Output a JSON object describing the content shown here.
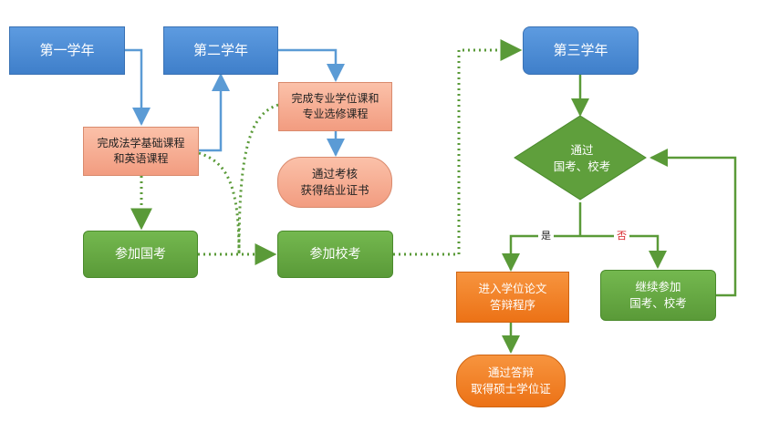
{
  "nodes": {
    "year1": "第一学年",
    "year2": "第二学年",
    "year3": "第三学年",
    "basic_courses": "完成法学基础课程\n和英语课程",
    "major_courses": "完成专业学位课和\n专业选修课程",
    "pass_assessment": "通过考核\n获得结业证书",
    "national_exam": "参加国考",
    "school_exam": "参加校考",
    "decision": "通过\n国考、校考",
    "thesis_defense": "进入学位论文\n答辩程序",
    "degree": "通过答辩\n取得硕士学位证",
    "continue_exam": "继续参加\n国考、校考"
  },
  "edge_labels": {
    "yes": "是",
    "no": "否"
  },
  "colors": {
    "blue_arrow": "#5b9bd5",
    "green_line": "#5a9a38",
    "no_label": "#d9242a"
  }
}
